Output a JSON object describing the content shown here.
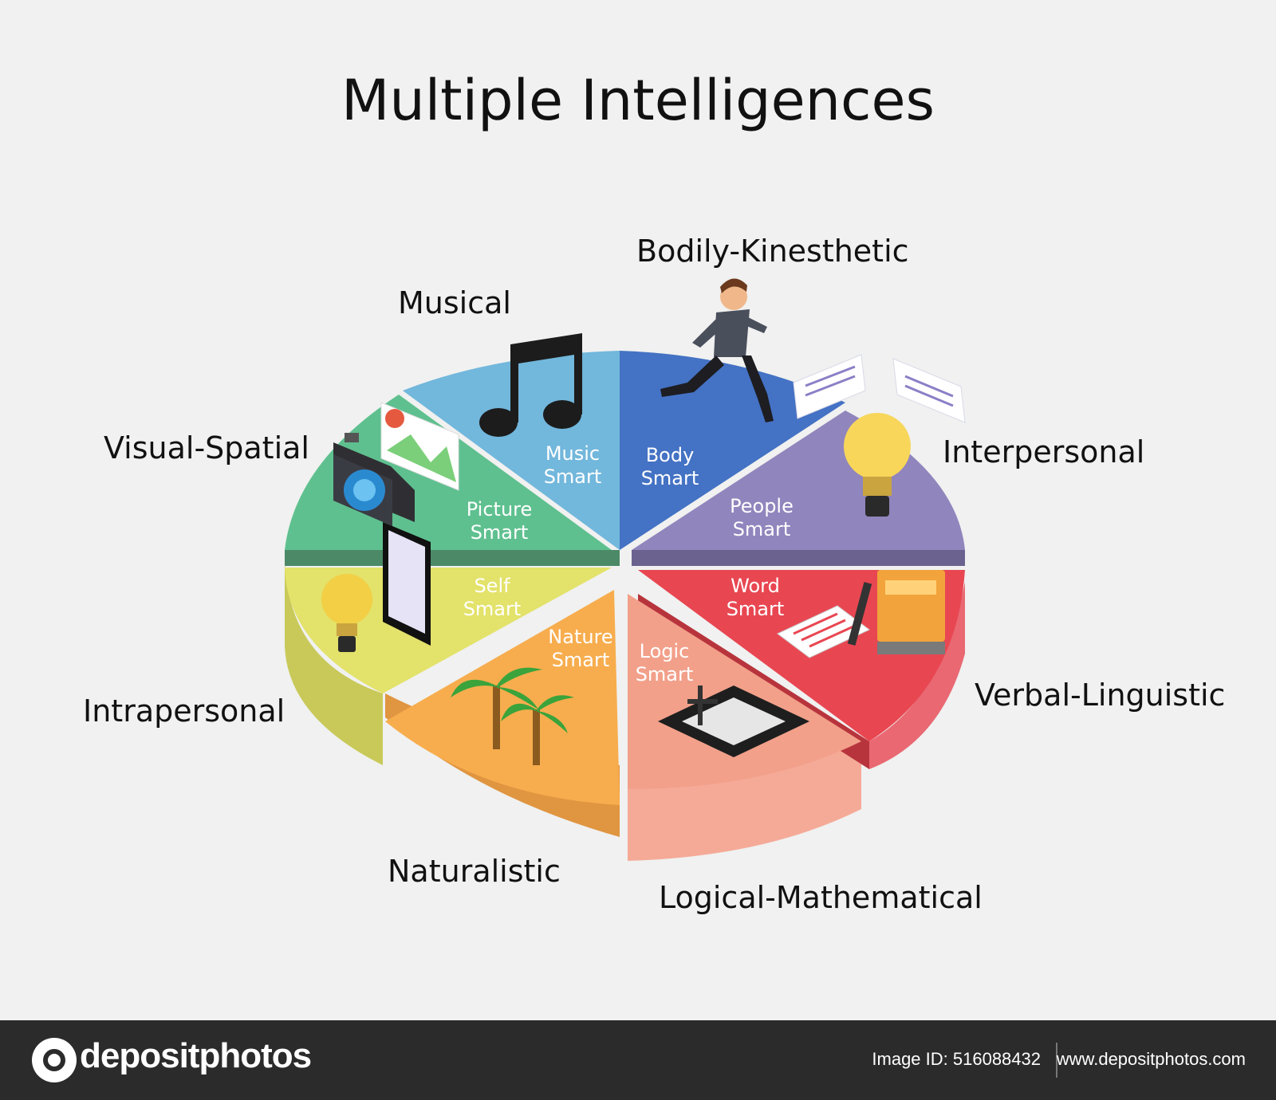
{
  "title": "Multiple Intelligences",
  "segments": [
    {
      "key": "musical",
      "label": "Musical",
      "inner": [
        "Music",
        "Smart"
      ],
      "color": "#72b7dc",
      "icon": "music-note-icon"
    },
    {
      "key": "bodily",
      "label": "Bodily-Kinesthetic",
      "inner": [
        "Body",
        "Smart"
      ],
      "color": "#4472c4",
      "icon": "running-man-icon"
    },
    {
      "key": "interpersonal",
      "label": "Interpersonal",
      "inner": [
        "People",
        "Smart"
      ],
      "color": "#9185bd",
      "icon": "speech-bubbles-icon"
    },
    {
      "key": "verbal",
      "label": "Verbal-Linguistic",
      "inner": [
        "Word",
        "Smart"
      ],
      "color": "#e84752",
      "icon": "book-icon"
    },
    {
      "key": "logical",
      "label": "Logical-Mathematical",
      "inner": [
        "Logic",
        "Smart"
      ],
      "color": "#f2a08a",
      "icon": "calculator-icon"
    },
    {
      "key": "naturalistic",
      "label": "Naturalistic",
      "inner": [
        "Nature",
        "Smart"
      ],
      "color": "#f7ad4e",
      "icon": "palm-tree-icon"
    },
    {
      "key": "intrapersonal",
      "label": "Intrapersonal",
      "inner": [
        "Self",
        "Smart"
      ],
      "color": "#e3e26a",
      "icon": "lightbulb-icon"
    },
    {
      "key": "visual",
      "label": "Visual-Spatial",
      "inner": [
        "Picture",
        "Smart"
      ],
      "color": "#5fc08f",
      "icon": "camera-icon"
    }
  ],
  "footer": {
    "logo": "depositphotos",
    "image_id": "Image ID: 516088432",
    "site": "www.depositphotos.com"
  }
}
